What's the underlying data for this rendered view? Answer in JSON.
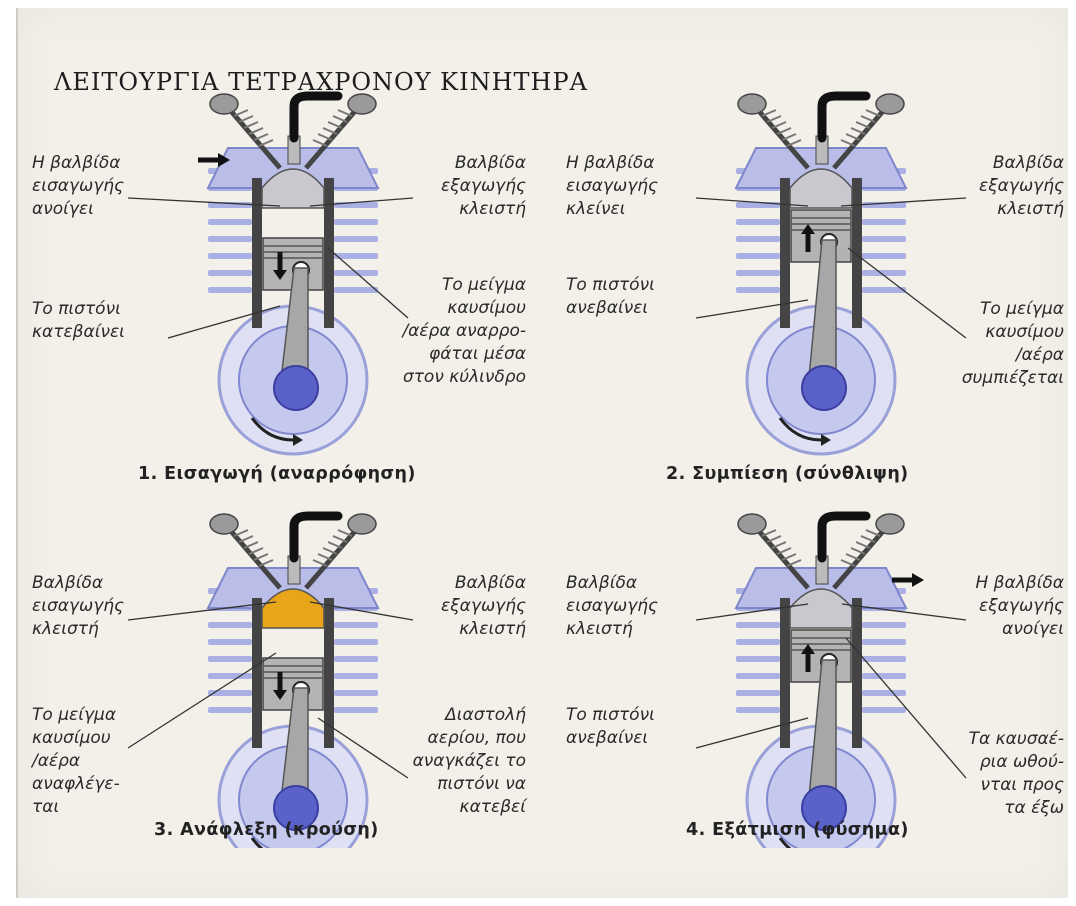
{
  "title": "ΛΕΙΤΟΥΡΓΙΑ ΤΕΤΡΑΧΡΟΝΟΥ ΚΙΝΗΤΗΡΑ",
  "colors": {
    "engine_blue": "#5a61c8",
    "engine_light": "#c6c9ee",
    "combustion": "#e8a51a",
    "metal": "#b3b3b3"
  },
  "panels": [
    {
      "caption": "1. Εισαγωγή (αναρρόφηση)",
      "label_tl": "Η βαλβίδα\nεισαγωγής\nανοίγει",
      "label_tr": "Βαλβίδα\nεξαγωγής\nκλειστή",
      "label_bl": "Το πιστόνι\nκατεβαίνει",
      "label_br": "Το μείγμα\nκαυσίμου\n/αέρα αναρρο-\nφάται μέσα\nστον κύλινδρο",
      "piston_motion": "down",
      "intake_arrow": true,
      "exhaust_arrow": false,
      "combustion": false
    },
    {
      "caption": "2. Συμπίεση (σύνθλιψη)",
      "label_tl": "Η βαλβίδα\nεισαγωγής\nκλείνει",
      "label_tr": "Βαλβίδα\nεξαγωγής\nκλειστή",
      "label_bl": "Το πιστόνι\nανεβαίνει",
      "label_br": "Το μείγμα\nκαυσίμου\n/αέρα\nσυμπιέζεται",
      "piston_motion": "up",
      "intake_arrow": false,
      "exhaust_arrow": false,
      "combustion": false
    },
    {
      "caption": "3. Ανάφλεξη (κρούση)",
      "label_tl": "Βαλβίδα\nεισαγωγής\nκλειστή",
      "label_tr": "Βαλβίδα\nεξαγωγής\nκλειστή",
      "label_bl": "Το μείγμα\nκαυσίμου\n/αέρα\nαναφλέγε-\nται",
      "label_br": "Διαστολή\nαερίου, που\nαναγκάζει το\nπιστόνι να\nκατεβεί",
      "piston_motion": "down",
      "intake_arrow": false,
      "exhaust_arrow": false,
      "combustion": true
    },
    {
      "caption": "4. Εξάτμιση (φύσημα)",
      "label_tl": "Βαλβίδα\nεισαγωγής\nκλειστή",
      "label_tr": "Η βαλβίδα\nεξαγωγής\nανοίγει",
      "label_bl": "Το πιστόνι\nανεβαίνει",
      "label_br": "Τα καυσαέ-\nρια ωθού-\nνται προς\nτα έξω",
      "piston_motion": "up",
      "intake_arrow": false,
      "exhaust_arrow": true,
      "combustion": false
    }
  ]
}
